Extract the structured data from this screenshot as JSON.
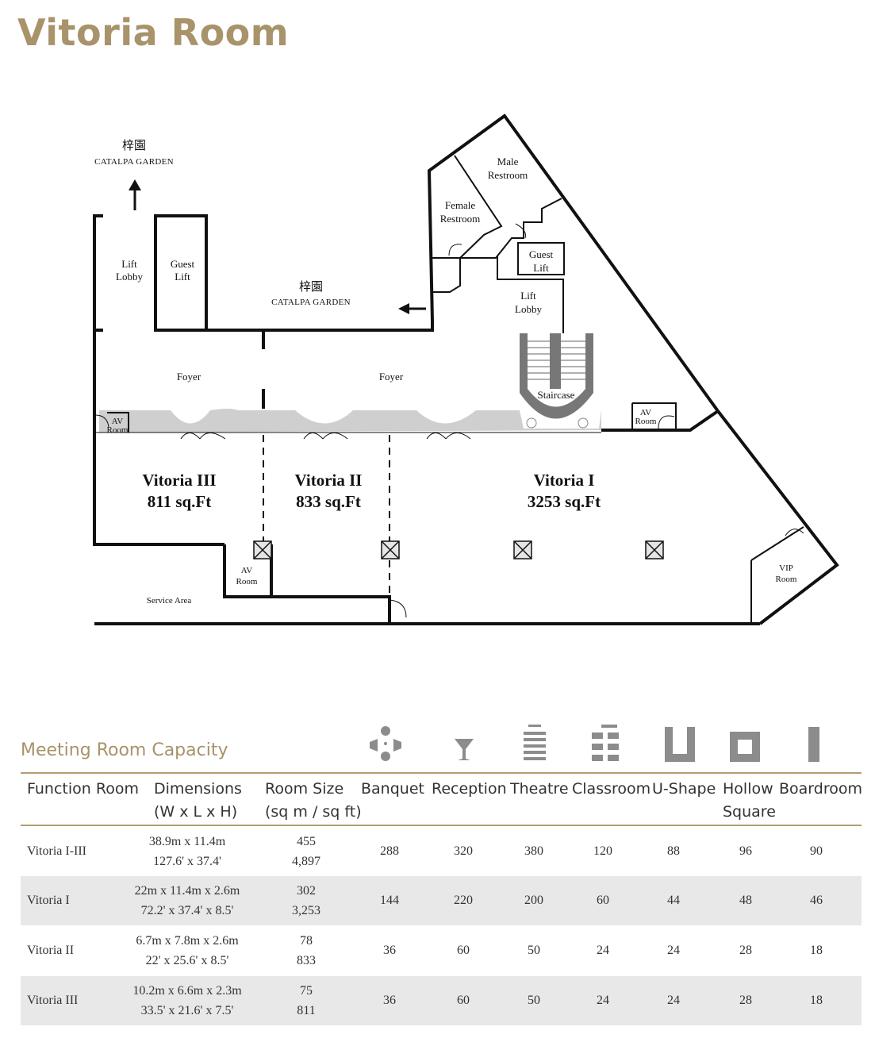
{
  "title": "Vitoria Room",
  "floorplan": {
    "catalpa_cn": "梓園",
    "catalpa_en": "CATALPA GARDEN",
    "lift_lobby_1": "Lift",
    "lift_lobby_2": "Lobby",
    "guest_lift_1": "Guest",
    "guest_lift_2": "Lift",
    "foyer": "Foyer",
    "male_restroom_1": "Male",
    "male_restroom_2": "Restroom",
    "female_restroom_1": "Female",
    "female_restroom_2": "Restroom",
    "staircase": "Staircase",
    "av_room_1": "AV",
    "av_room_2": "Room",
    "vip_room_1": "VIP",
    "vip_room_2": "Room",
    "service_area": "Service Area",
    "room3_name": "Vitoria III",
    "room3_size": "811 sq.Ft",
    "room2_name": "Vitoria II",
    "room2_size": "833 sq.Ft",
    "room1_name": "Vitoria I",
    "room1_size": "3253 sq.Ft"
  },
  "capacity": {
    "heading": "Meeting Room Capacity",
    "icons": [
      "banquet-icon",
      "reception-icon",
      "theatre-icon",
      "classroom-icon",
      "u-shape-icon",
      "hollow-square-icon",
      "boardroom-icon"
    ],
    "headers": {
      "function_room": "Function Room",
      "dimensions_1": "Dimensions",
      "dimensions_2": "(W x L x H)",
      "room_size_1": "Room Size",
      "room_size_2": "(sq m / sq ft)",
      "banquet": "Banquet",
      "reception": "Reception",
      "theatre": "Theatre",
      "classroom": "Classroom",
      "ushape": "U-Shape",
      "hollow_1": "Hollow",
      "hollow_2": "Square",
      "boardroom": "Boardroom"
    },
    "rows": [
      {
        "name": "Vitoria I-III",
        "dim_m": "38.9m x 11.4m",
        "dim_ft": "127.6' x 37.4'",
        "sqm": "455",
        "sqft": "4,897",
        "banquet": "288",
        "reception": "320",
        "theatre": "380",
        "classroom": "120",
        "ushape": "88",
        "hollow": "96",
        "boardroom": "90"
      },
      {
        "name": "Vitoria I",
        "dim_m": "22m x 11.4m x 2.6m",
        "dim_ft": "72.2' x 37.4' x 8.5'",
        "sqm": "302",
        "sqft": "3,253",
        "banquet": "144",
        "reception": "220",
        "theatre": "200",
        "classroom": "60",
        "ushape": "44",
        "hollow": "48",
        "boardroom": "46"
      },
      {
        "name": "Vitoria II",
        "dim_m": "6.7m x 7.8m x 2.6m",
        "dim_ft": "22' x 25.6' x 8.5'",
        "sqm": "78",
        "sqft": "833",
        "banquet": "36",
        "reception": "60",
        "theatre": "50",
        "classroom": "24",
        "ushape": "24",
        "hollow": "28",
        "boardroom": "18"
      },
      {
        "name": "Vitoria III",
        "dim_m": "10.2m x 6.6m x 2.3m",
        "dim_ft": "33.5' x 21.6' x 7.5'",
        "sqm": "75",
        "sqft": "811",
        "banquet": "36",
        "reception": "60",
        "theatre": "50",
        "classroom": "24",
        "ushape": "24",
        "hollow": "28",
        "boardroom": "18"
      }
    ]
  }
}
